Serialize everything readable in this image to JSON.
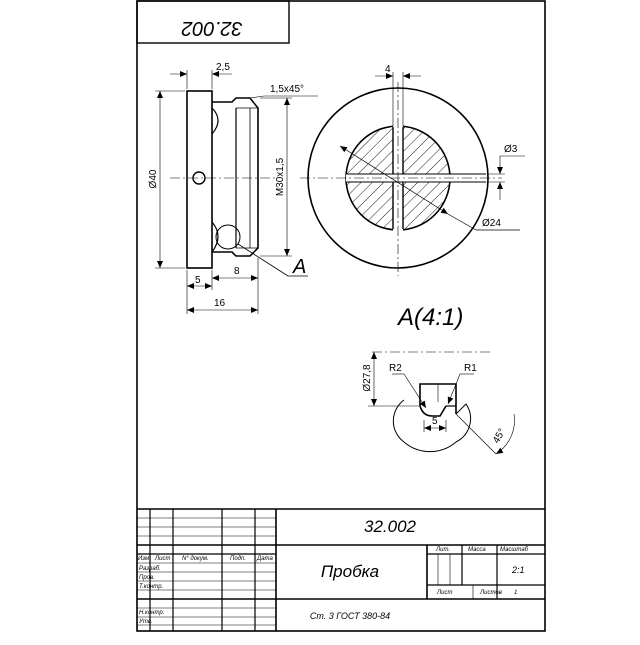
{
  "drawing": {
    "code_top": "32.002",
    "part_views": {
      "side": {
        "dim_top": "2,5",
        "dim_chamfer": "1,5x45°",
        "dim_dia": "Ø40",
        "dim_thread": "M30x1,5",
        "dim_5": "5",
        "dim_8": "8",
        "dim_16": "16",
        "detail_callout": "A"
      },
      "front": {
        "dim_slot": "4",
        "dim_hole": "Ø3",
        "dim_dia": "Ø24"
      },
      "detail": {
        "title": "A(4:1)",
        "dim_dia": "Ø27,8",
        "r_left": "R2",
        "r_right": "R1",
        "dim_width": "5",
        "dim_angle": "45°"
      }
    },
    "title_block": {
      "code": "32.002",
      "name": "Пробка",
      "material": "Ст. 3 ГОСТ 380-84",
      "row_headers": [
        "Изм",
        "Лист",
        "N° докум.",
        "Подп.",
        "Дата"
      ],
      "left_labels": [
        "Разраб.",
        "Пров.",
        "Т.контр.",
        "",
        "Н.контр.",
        "Утв."
      ],
      "lit_label": "Лит.",
      "mass_label": "Масса",
      "scale_label": "Масштаб",
      "scale_value": "2:1",
      "sheet_label": "Лист",
      "sheets_label": "Листов",
      "sheets_value": "1"
    }
  }
}
